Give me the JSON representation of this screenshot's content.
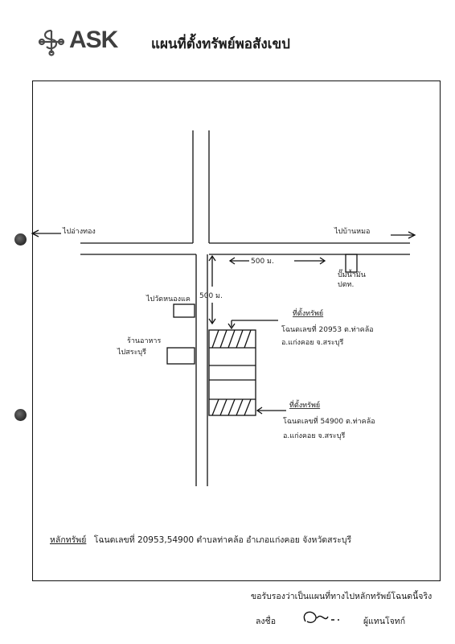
{
  "header": {
    "logo_text": "ASK",
    "title": "แผนที่ตั้งทรัพย์พอสังเขป"
  },
  "map": {
    "label_left_road": "ไปอ่างทอง",
    "label_right_road": "ไปบ้านหมอ",
    "distance_horizontal": "500 ม.",
    "distance_vertical": "500 ม.",
    "landmark_right": [
      "ปั๊มน้ำมัน",
      "ปตท."
    ],
    "landmark_left_top": "ไปวัดหนองแค",
    "landmark_left_mid": [
      "ร้านอาหาร",
      "ไปสระบุรี"
    ],
    "plot1_title": "ที่ตั้งทรัพย์",
    "plot1_deed": "โฉนดเลขที่ 20953 ต.ท่าคล้อ",
    "plot1_location": "อ.แก่งคอย จ.สระบุรี",
    "plot2_title": "ที่ตั้งทรัพย์",
    "plot2_deed": "โฉนดเลขที่ 54900 ต.ท่าคล้อ",
    "plot2_location": "อ.แก่งคอย จ.สระบุรี"
  },
  "asset": {
    "label": "หลักทรัพย์",
    "description": "โฉนดเลขที่ 20953,54900 ตำบลท่าคล้อ อำเภอแก่งคอย จังหวัดสระบุรี"
  },
  "footer": {
    "certify_text": "ขอรับรองว่าเป็นแผนที่ทางไปหลักทรัพย์โฉนดนี้จริง",
    "sign_label": "ลงชื่อ",
    "signer_role": "ผู้แทนโจทก์"
  }
}
